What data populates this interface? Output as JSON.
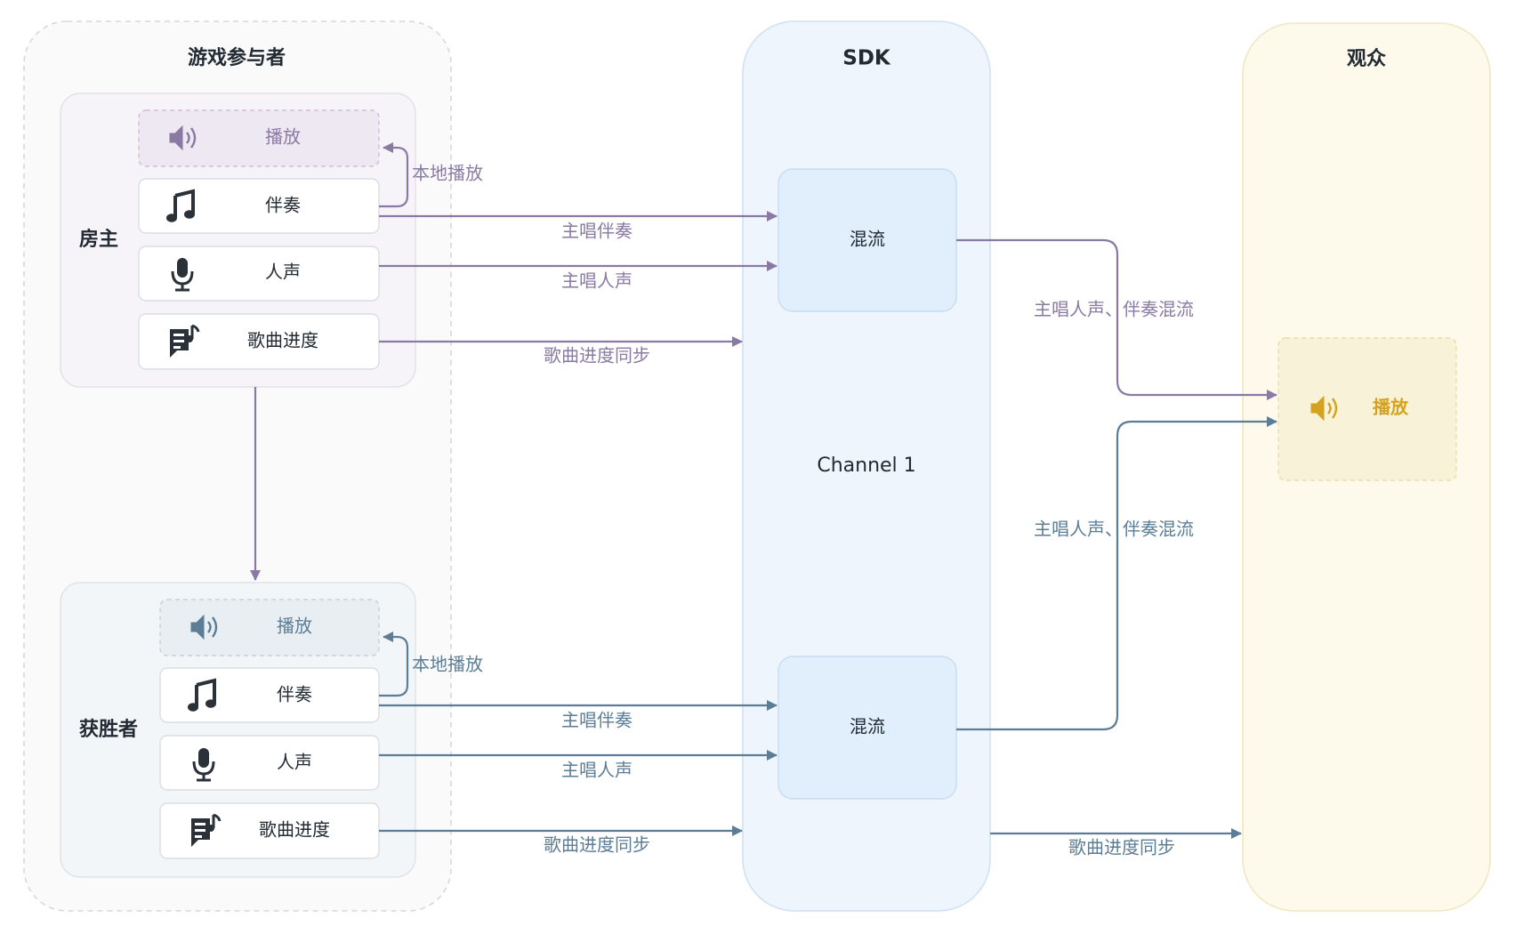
{
  "panels": {
    "participants": {
      "title": "游戏参与者"
    },
    "sdk": {
      "title": "SDK",
      "channel": "Channel 1"
    },
    "audience": {
      "title": "观众"
    }
  },
  "host": {
    "label": "房主",
    "rows": {
      "play": "播放",
      "accompaniment": "伴奏",
      "vocal": "人声",
      "progress": "歌曲进度"
    }
  },
  "winner": {
    "label": "获胜者",
    "rows": {
      "play": "播放",
      "accompaniment": "伴奏",
      "vocal": "人声",
      "progress": "歌曲进度"
    }
  },
  "mixers": {
    "top": "混流",
    "bottom": "混流"
  },
  "audience_play": "播放",
  "edges": {
    "host_local_play": "本地播放",
    "host_accompaniment": "主唱伴奏",
    "host_vocal": "主唱人声",
    "host_progress": "歌曲进度同步",
    "winner_local_play": "本地播放",
    "winner_accompaniment": "主唱伴奏",
    "winner_vocal": "主唱人声",
    "winner_progress": "歌曲进度同步",
    "mix_top_to_audience": "主唱人声、伴奏混流",
    "mix_bottom_to_audience": "主唱人声、伴奏混流",
    "sdk_progress_to_audience": "歌曲进度同步"
  },
  "colors": {
    "host_accent": "#8a7aa3",
    "winner_accent": "#5b7d96",
    "audience_accent": "#d4a21f",
    "sdk_fill": "#eef5fd",
    "mixer_fill": "#e1eefb",
    "audience_fill": "#fdfaec",
    "text_dark": "#222a33"
  },
  "icons": {
    "play": "speaker-icon",
    "accompaniment": "music-note-icon",
    "vocal": "microphone-icon",
    "progress": "lyrics-note-icon"
  }
}
